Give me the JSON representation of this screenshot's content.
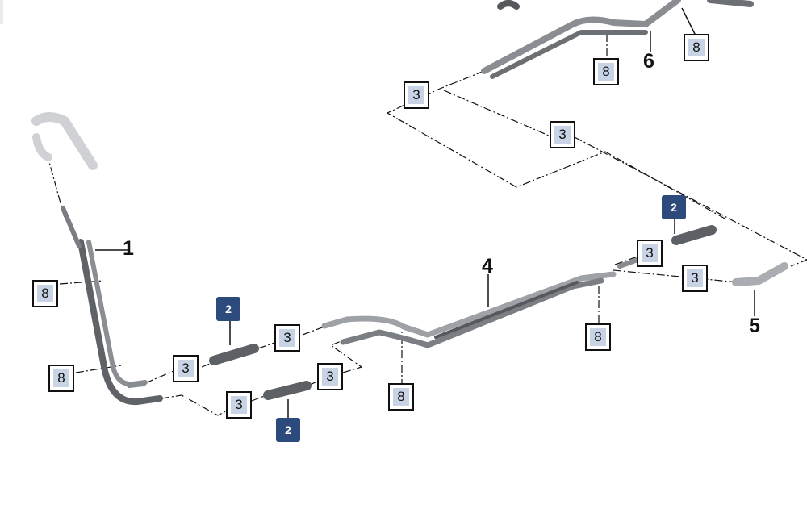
{
  "diagram": {
    "part_labels": {
      "part_1": "1",
      "part_4": "4",
      "part_5": "5",
      "part_6": "6"
    },
    "callouts": [
      {
        "id": "c3-top-left",
        "label": "3",
        "style": "boxed"
      },
      {
        "id": "c3-top-mid",
        "label": "3",
        "style": "boxed"
      },
      {
        "id": "c8-top-a",
        "label": "8",
        "style": "boxed"
      },
      {
        "id": "c8-top-b",
        "label": "8",
        "style": "boxed"
      },
      {
        "id": "c2-right",
        "label": "2",
        "style": "solid"
      },
      {
        "id": "c3-right-a",
        "label": "3",
        "style": "boxed"
      },
      {
        "id": "c3-right-b",
        "label": "3",
        "style": "boxed"
      },
      {
        "id": "c8-right",
        "label": "8",
        "style": "boxed"
      },
      {
        "id": "c8-left-a",
        "label": "8",
        "style": "boxed"
      },
      {
        "id": "c8-left-b",
        "label": "8",
        "style": "boxed"
      },
      {
        "id": "c2-mid-top",
        "label": "2",
        "style": "solid"
      },
      {
        "id": "c3-mid-a",
        "label": "3",
        "style": "boxed"
      },
      {
        "id": "c3-mid-b",
        "label": "3",
        "style": "boxed"
      },
      {
        "id": "c3-mid-c",
        "label": "3",
        "style": "boxed"
      },
      {
        "id": "c3-mid-d",
        "label": "3",
        "style": "boxed"
      },
      {
        "id": "c2-mid-bottom",
        "label": "2",
        "style": "solid"
      },
      {
        "id": "c8-mid",
        "label": "8",
        "style": "boxed"
      }
    ],
    "colors": {
      "pipe_dark": "#6d7075",
      "pipe_light": "#c8cace",
      "leader": "#111111",
      "callout_bg": "#c9d3e6",
      "badge_bg": "#2c4a7c"
    }
  }
}
